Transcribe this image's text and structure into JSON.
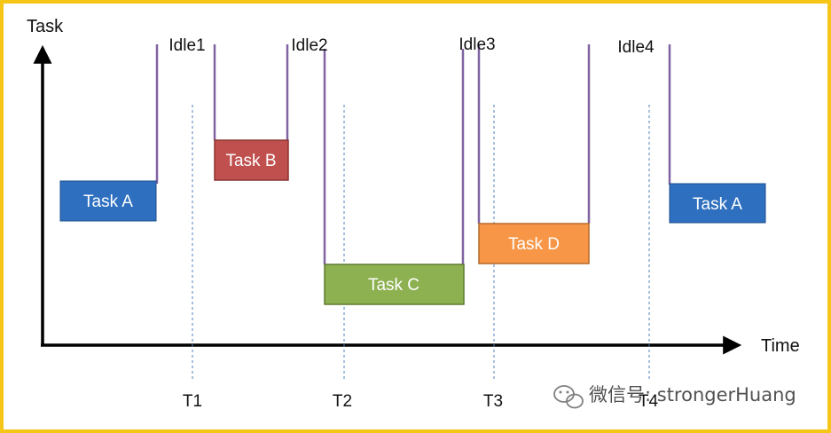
{
  "diagram": {
    "y_axis_label": "Task",
    "x_axis_label": "Time",
    "tasks": [
      {
        "label": "Task A",
        "color": "#2e6fbf"
      },
      {
        "label": "Task B",
        "color": "#c0504d"
      },
      {
        "label": "Task C",
        "color": "#8db050"
      },
      {
        "label": "Task D",
        "color": "#f79646"
      },
      {
        "label": "Task A",
        "color": "#2e6fbf"
      }
    ],
    "idle_labels": [
      "Idle1",
      "Idle2",
      "Idle3",
      "Idle4"
    ],
    "time_markers": [
      "T1",
      "T2",
      "T3",
      "T4"
    ],
    "transition_line_color": "#8064a2",
    "marker_line_color": "#4f81bd"
  },
  "watermark": {
    "text": "微信号: strongerHuang",
    "icon": "wechat-icon"
  }
}
